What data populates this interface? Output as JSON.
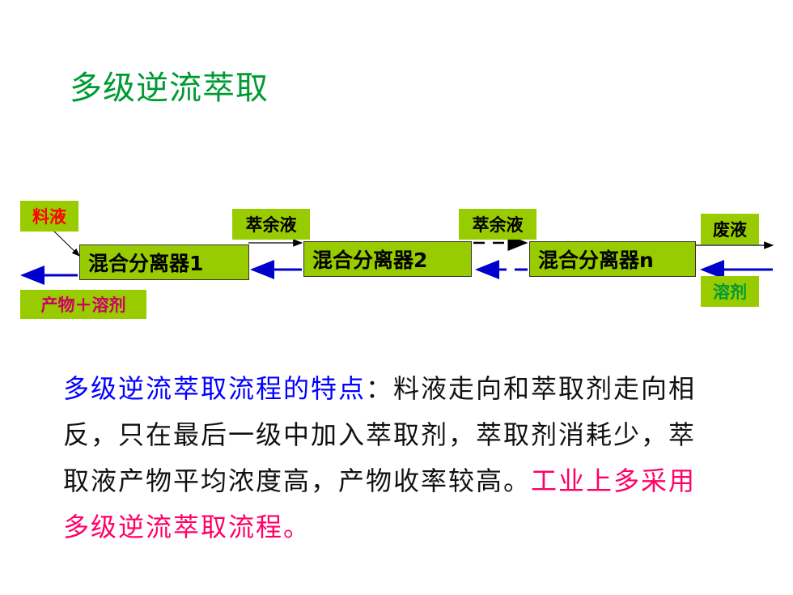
{
  "title": "多级逆流萃取",
  "diagram": {
    "feed_label": "料液",
    "raffinate_label_1": "萃余液",
    "raffinate_label_2": "萃余液",
    "waste_label": "废液",
    "solvent_label": "溶剂",
    "product_label": "产物＋溶剂",
    "mixer_1": "混合分离器1",
    "mixer_2": "混合分离器2",
    "mixer_n": "混合分离器n",
    "colors": {
      "box": "#99cc00",
      "feed_text": "#ff0000",
      "product_text": "#cc0066",
      "solvent_text": "#009933",
      "arrow_blue": "#0000cc"
    }
  },
  "paragraph": {
    "heading": "多级逆流萃取流程的特点",
    "colon": "：",
    "body": "料液走向和萃取剂走向相反，只在最后一级中加入萃取剂，萃取剂消耗少，萃取液产物平均浓度高，产物收率较高。",
    "emphasis": "工业上多采用多级逆流萃取流程。"
  }
}
